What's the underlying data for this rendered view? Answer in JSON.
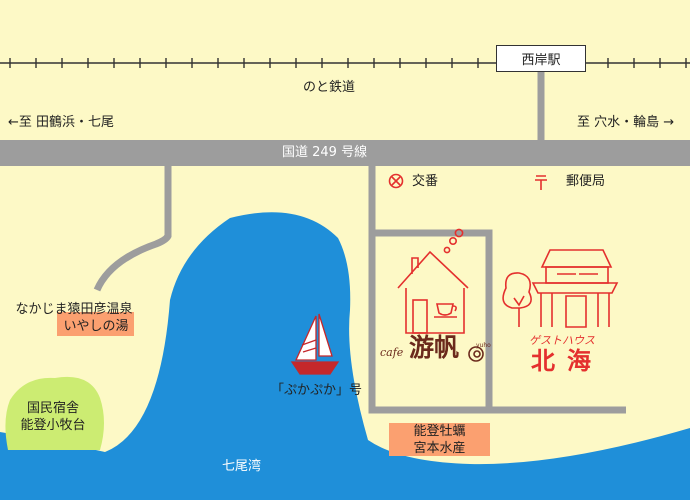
{
  "railway": {
    "name": "のと鉄道",
    "station": "西岸駅",
    "dir_left": "←至 田鶴浜・七尾",
    "dir_right": "至 穴水・輪島 →"
  },
  "road": {
    "name": "国道 249 号線"
  },
  "landmarks": {
    "police_box": "交番",
    "post_office": "郵便局",
    "onsen": [
      "なかじま猿田彦温泉",
      "いやしの湯"
    ],
    "lodge": [
      "国民宿舎",
      "能登小牧台"
    ],
    "oyster": [
      "能登牡蠣",
      "宮本水産"
    ],
    "boat": "「ぷかぷか」号",
    "bay": "七尾湾"
  },
  "shops": {
    "cafe": {
      "prefix": "cafe",
      "name": "游帆",
      "sub": "yuho"
    },
    "guesthouse": {
      "label": "ゲストハウス",
      "name": "北海"
    }
  },
  "colors": {
    "background": "#fdf9c6",
    "road": "#9d9d9d",
    "water": "#1f8fd9",
    "onsen_tag": "#fba070",
    "lodge_tag": "#ccec72",
    "accent": "#e4302e"
  }
}
